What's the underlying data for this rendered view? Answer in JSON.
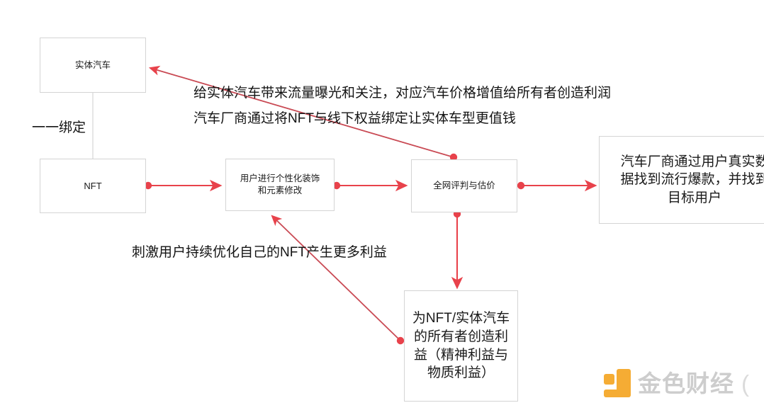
{
  "diagram": {
    "background_color": "#ffffff",
    "node_border_color": "#d4d4d4",
    "connector_color": "#e8424b",
    "binding_line_color": "#d4d4d4",
    "nodes": [
      {
        "id": "physical-car",
        "label": "实体汽车"
      },
      {
        "id": "nft",
        "label": "NFT"
      },
      {
        "id": "customize",
        "label": "用户进行个性化装饰\n和元素修改"
      },
      {
        "id": "evaluate",
        "label": "全网评判与估价"
      },
      {
        "id": "find-users",
        "label": "汽车厂商通过用户真实数\n据找到流行爆款，并找到\n目标用户"
      },
      {
        "id": "benefit",
        "label": "为NFT/实体汽车\n的所有者创造利\n益（精神利益与\n物质利益）"
      }
    ],
    "labels": {
      "binding": "一一绑定",
      "exposure_line1": "给实体汽车带来流量曝光和关注，对应汽车价格增值给所有者创造利润",
      "exposure_line2": "汽车厂商通过将NFT与线下权益绑定让实体车型更值钱",
      "stimulate": "刺激用户持续优化自己的NFT产生更多利益"
    },
    "edges": [
      {
        "id": "nft-to-customize",
        "from": "nft",
        "to": "customize",
        "style": "arrow"
      },
      {
        "id": "customize-to-evaluate",
        "from": "customize",
        "to": "evaluate",
        "style": "arrow"
      },
      {
        "id": "evaluate-to-find-users",
        "from": "evaluate",
        "to": "find-users",
        "style": "arrow"
      },
      {
        "id": "evaluate-to-physical-car",
        "from": "evaluate",
        "to": "physical-car",
        "style": "arrow"
      },
      {
        "id": "evaluate-to-benefit",
        "from": "evaluate",
        "to": "benefit",
        "style": "arrow"
      },
      {
        "id": "benefit-to-customize",
        "from": "benefit",
        "to": "customize",
        "style": "arrow"
      },
      {
        "id": "physical-car-to-nft",
        "from": "physical-car",
        "to": "nft",
        "style": "plain-line"
      }
    ]
  },
  "watermark": {
    "brand": "金色财经",
    "trailing": "(",
    "logo_color": "#f5a623",
    "text_color": "#c9c9c9"
  }
}
